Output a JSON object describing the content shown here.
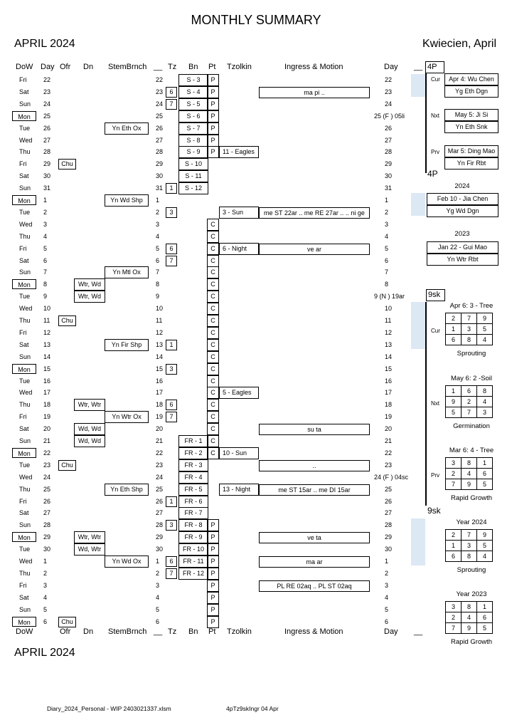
{
  "header": {
    "title": "MONTHLY   SUMMARY",
    "month": "APRIL   2024",
    "month_native": "Kwiecien, April",
    "month_footer": "APRIL   2024"
  },
  "columns_top": {
    "dow": "DoW",
    "day": "Day",
    "ofr": "Ofr",
    "dn": "Dn",
    "stem": "StemBrnch",
    "blank": "__",
    "tz": "Tz",
    "bn": "Bn",
    "pt": "Pt",
    "tzolkin": "Tzolkin",
    "ingress": "Ingress & Motion",
    "day2": "Day",
    "blank2": "__",
    "fourp": "4P"
  },
  "columns_bottom": {
    "dow": "DoW",
    "ofr": "Ofr",
    "dn": "Dn",
    "stem": "StemBrnch",
    "blank": "__",
    "tz": "Tz",
    "bn": "Bn",
    "pt": "Pt",
    "tzolkin": "Tzolkin",
    "ingress": "Ingress & Motion",
    "day2": "Day",
    "blank2": "__"
  },
  "rows": [
    {
      "dow": "Fri",
      "day": "22",
      "ofr": "",
      "dn": "",
      "stem": "",
      "n": "22",
      "tz": "",
      "bn": "S - 3",
      "pt": "P",
      "tzolkin": "",
      "ingress": "",
      "day2": "22"
    },
    {
      "dow": "Sat",
      "day": "23",
      "ofr": "",
      "dn": "",
      "stem": "",
      "n": "23",
      "tz": "6",
      "bn": "S - 4",
      "pt": "P",
      "tzolkin": "",
      "ingress": "ma pi ..",
      "day2": "23"
    },
    {
      "dow": "Sun",
      "day": "24",
      "ofr": "",
      "dn": "",
      "stem": "",
      "n": "24",
      "tz": "7",
      "bn": "S - 5",
      "pt": "P",
      "tzolkin": "",
      "ingress": "",
      "day2": "24"
    },
    {
      "dow": "Mon",
      "day": "25",
      "ofr": "",
      "dn": "",
      "stem": "",
      "n": "25",
      "tz": "",
      "bn": "S - 6",
      "pt": "P",
      "tzolkin": "",
      "ingress": "",
      "day2": "25 (F ) 05li",
      "mon": true
    },
    {
      "dow": "Tue",
      "day": "26",
      "ofr": "",
      "dn": "",
      "stem": "Yn Eth Ox",
      "n": "26",
      "tz": "",
      "bn": "S - 7",
      "pt": "P",
      "tzolkin": "",
      "ingress": "",
      "day2": "26"
    },
    {
      "dow": "Wed",
      "day": "27",
      "ofr": "",
      "dn": "",
      "stem": "",
      "n": "27",
      "tz": "",
      "bn": "S - 8",
      "pt": "P",
      "tzolkin": "",
      "ingress": "",
      "day2": "27"
    },
    {
      "dow": "Thu",
      "day": "28",
      "ofr": "",
      "dn": "",
      "stem": "",
      "n": "28",
      "tz": "",
      "bn": "S - 9",
      "pt": "P",
      "tzolkin": "11 - Eagles",
      "ingress": "",
      "day2": "28"
    },
    {
      "dow": "Fri",
      "day": "29",
      "ofr": "Chu",
      "dn": "",
      "stem": "",
      "n": "29",
      "tz": "",
      "bn": "S - 10",
      "pt": "",
      "tzolkin": "",
      "ingress": "",
      "day2": "29"
    },
    {
      "dow": "Sat",
      "day": "30",
      "ofr": "",
      "dn": "",
      "stem": "",
      "n": "30",
      "tz": "",
      "bn": "S - 11",
      "pt": "",
      "tzolkin": "",
      "ingress": "",
      "day2": "30"
    },
    {
      "dow": "Sun",
      "day": "31",
      "ofr": "",
      "dn": "",
      "stem": "",
      "n": "31",
      "tz": "1",
      "bn": "S - 12",
      "pt": "",
      "tzolkin": "",
      "ingress": "",
      "day2": "31"
    },
    {
      "dow": "Mon",
      "day": "1",
      "ofr": "",
      "dn": "",
      "stem": "Yn Wd Shp",
      "n": "1",
      "tz": "",
      "bn": "",
      "pt": "",
      "tzolkin": "",
      "ingress": "",
      "day2": "1",
      "mon": true
    },
    {
      "dow": "Tue",
      "day": "2",
      "ofr": "",
      "dn": "",
      "stem": "",
      "n": "2",
      "tz": "3",
      "bn": "",
      "pt": "",
      "tzolkin": "3 - Sun",
      "ingress": "me ST 22ar .. me RE 27ar .. .. ni ge",
      "day2": "2"
    },
    {
      "dow": "Wed",
      "day": "3",
      "ofr": "",
      "dn": "",
      "stem": "",
      "n": "3",
      "tz": "",
      "bn": "",
      "pt": "C",
      "tzolkin": "",
      "ingress": "",
      "day2": "3"
    },
    {
      "dow": "Thu",
      "day": "4",
      "ofr": "",
      "dn": "",
      "stem": "",
      "n": "4",
      "tz": "",
      "bn": "",
      "pt": "C",
      "tzolkin": "",
      "ingress": "",
      "day2": "4"
    },
    {
      "dow": "Fri",
      "day": "5",
      "ofr": "",
      "dn": "",
      "stem": "",
      "n": "5",
      "tz": "6",
      "bn": "",
      "pt": "C",
      "tzolkin": "6 - Night",
      "ingress": "ve ar",
      "day2": "5"
    },
    {
      "dow": "Sat",
      "day": "6",
      "ofr": "",
      "dn": "",
      "stem": "",
      "n": "6",
      "tz": "7",
      "bn": "",
      "pt": "C",
      "tzolkin": "",
      "ingress": "",
      "day2": "6"
    },
    {
      "dow": "Sun",
      "day": "7",
      "ofr": "",
      "dn": "",
      "stem": "Yn Mtl Ox",
      "n": "7",
      "tz": "",
      "bn": "",
      "pt": "C",
      "tzolkin": "",
      "ingress": "",
      "day2": "7"
    },
    {
      "dow": "Mon",
      "day": "8",
      "ofr": "",
      "dn": "Wtr, Wd",
      "stem": "",
      "n": "8",
      "tz": "",
      "bn": "",
      "pt": "C",
      "tzolkin": "",
      "ingress": "",
      "day2": "8",
      "mon": true
    },
    {
      "dow": "Tue",
      "day": "9",
      "ofr": "",
      "dn": "Wtr, Wd",
      "stem": "",
      "n": "9",
      "tz": "",
      "bn": "",
      "pt": "C",
      "tzolkin": "",
      "ingress": "",
      "day2": "9 (N ) 19ar"
    },
    {
      "dow": "Wed",
      "day": "10",
      "ofr": "",
      "dn": "",
      "stem": "",
      "n": "10",
      "tz": "",
      "bn": "",
      "pt": "C",
      "tzolkin": "",
      "ingress": "",
      "day2": "10"
    },
    {
      "dow": "Thu",
      "day": "11",
      "ofr": "Chu",
      "dn": "",
      "stem": "",
      "n": "11",
      "tz": "",
      "bn": "",
      "pt": "C",
      "tzolkin": "",
      "ingress": "",
      "day2": "11"
    },
    {
      "dow": "Fri",
      "day": "12",
      "ofr": "",
      "dn": "",
      "stem": "",
      "n": "12",
      "tz": "",
      "bn": "",
      "pt": "C",
      "tzolkin": "",
      "ingress": "",
      "day2": "12"
    },
    {
      "dow": "Sat",
      "day": "13",
      "ofr": "",
      "dn": "",
      "stem": "Yn Fir Shp",
      "n": "13",
      "tz": "1",
      "bn": "",
      "pt": "C",
      "tzolkin": "",
      "ingress": "",
      "day2": "13"
    },
    {
      "dow": "Sun",
      "day": "14",
      "ofr": "",
      "dn": "",
      "stem": "",
      "n": "14",
      "tz": "",
      "bn": "",
      "pt": "C",
      "tzolkin": "",
      "ingress": "",
      "day2": "14"
    },
    {
      "dow": "Mon",
      "day": "15",
      "ofr": "",
      "dn": "",
      "stem": "",
      "n": "15",
      "tz": "3",
      "bn": "",
      "pt": "C",
      "tzolkin": "",
      "ingress": "",
      "day2": "15",
      "mon": true
    },
    {
      "dow": "Tue",
      "day": "16",
      "ofr": "",
      "dn": "",
      "stem": "",
      "n": "16",
      "tz": "",
      "bn": "",
      "pt": "C",
      "tzolkin": "",
      "ingress": "",
      "day2": "16"
    },
    {
      "dow": "Wed",
      "day": "17",
      "ofr": "",
      "dn": "",
      "stem": "",
      "n": "17",
      "tz": "",
      "bn": "",
      "pt": "C",
      "tzolkin": "5 - Eagles",
      "ingress": "",
      "day2": "17"
    },
    {
      "dow": "Thu",
      "day": "18",
      "ofr": "",
      "dn": "Wtr, Wtr",
      "stem": "",
      "n": "18",
      "tz": "6",
      "bn": "",
      "pt": "C",
      "tzolkin": "",
      "ingress": "",
      "day2": "18"
    },
    {
      "dow": "Fri",
      "day": "19",
      "ofr": "",
      "dn": "",
      "stem": "Yn Wtr Ox",
      "n": "19",
      "tz": "7",
      "bn": "",
      "pt": "C",
      "tzolkin": "",
      "ingress": "",
      "day2": "19"
    },
    {
      "dow": "Sat",
      "day": "20",
      "ofr": "",
      "dn": "Wd, Wd",
      "stem": "",
      "n": "20",
      "tz": "",
      "bn": "",
      "pt": "C",
      "tzolkin": "",
      "ingress": "su ta",
      "day2": "20"
    },
    {
      "dow": "Sun",
      "day": "21",
      "ofr": "",
      "dn": "Wd, Wd",
      "stem": "",
      "n": "21",
      "tz": "",
      "bn": "FR - 1",
      "pt": "C",
      "tzolkin": "",
      "ingress": "",
      "day2": "21"
    },
    {
      "dow": "Mon",
      "day": "22",
      "ofr": "",
      "dn": "",
      "stem": "",
      "n": "22",
      "tz": "",
      "bn": "FR - 2",
      "pt": "C",
      "tzolkin": "10 - Sun",
      "ingress": "",
      "day2": "22",
      "mon": true
    },
    {
      "dow": "Tue",
      "day": "23",
      "ofr": "Chu",
      "dn": "",
      "stem": "",
      "n": "23",
      "tz": "",
      "bn": "FR - 3",
      "pt": "",
      "tzolkin": "",
      "ingress": "..",
      "day2": "23"
    },
    {
      "dow": "Wed",
      "day": "24",
      "ofr": "",
      "dn": "",
      "stem": "",
      "n": "24",
      "tz": "",
      "bn": "FR - 4",
      "pt": "",
      "tzolkin": "",
      "ingress": "",
      "day2": "24 (F ) 04sc"
    },
    {
      "dow": "Thu",
      "day": "25",
      "ofr": "",
      "dn": "",
      "stem": "Yn Eth Shp",
      "n": "25",
      "tz": "",
      "bn": "FR - 5",
      "pt": "",
      "tzolkin": "13 - Night",
      "ingress": "me ST 15ar .. me DI 15ar",
      "day2": "25"
    },
    {
      "dow": "Fri",
      "day": "26",
      "ofr": "",
      "dn": "",
      "stem": "",
      "n": "26",
      "tz": "1",
      "bn": "FR - 6",
      "pt": "",
      "tzolkin": "",
      "ingress": "",
      "day2": "26"
    },
    {
      "dow": "Sat",
      "day": "27",
      "ofr": "",
      "dn": "",
      "stem": "",
      "n": "27",
      "tz": "",
      "bn": "FR - 7",
      "pt": "",
      "tzolkin": "",
      "ingress": "",
      "day2": "27"
    },
    {
      "dow": "Sun",
      "day": "28",
      "ofr": "",
      "dn": "",
      "stem": "",
      "n": "28",
      "tz": "3",
      "bn": "FR - 8",
      "pt": "P",
      "tzolkin": "",
      "ingress": "",
      "day2": "28"
    },
    {
      "dow": "Mon",
      "day": "29",
      "ofr": "",
      "dn": "Wtr, Wtr",
      "stem": "",
      "n": "29",
      "tz": "",
      "bn": "FR - 9",
      "pt": "P",
      "tzolkin": "",
      "ingress": "ve ta",
      "day2": "29",
      "mon": true
    },
    {
      "dow": "Tue",
      "day": "30",
      "ofr": "",
      "dn": "Wd, Wtr",
      "stem": "",
      "n": "30",
      "tz": "",
      "bn": "FR - 10",
      "pt": "P",
      "tzolkin": "",
      "ingress": "",
      "day2": "30"
    },
    {
      "dow": "Wed",
      "day": "1",
      "ofr": "",
      "dn": "",
      "stem": "Yn Wd Ox",
      "n": "1",
      "tz": "6",
      "bn": "FR - 11",
      "pt": "P",
      "tzolkin": "",
      "ingress": "ma ar",
      "day2": "1"
    },
    {
      "dow": "Thu",
      "day": "2",
      "ofr": "",
      "dn": "",
      "stem": "",
      "n": "2",
      "tz": "7",
      "bn": "FR - 12",
      "pt": "P",
      "tzolkin": "",
      "ingress": "",
      "day2": "2"
    },
    {
      "dow": "Fri",
      "day": "3",
      "ofr": "",
      "dn": "",
      "stem": "",
      "n": "3",
      "tz": "",
      "bn": "",
      "pt": "P",
      "tzolkin": "",
      "ingress": "PL RE 02aq .. PL ST 02aq",
      "day2": "3"
    },
    {
      "dow": "Sat",
      "day": "4",
      "ofr": "",
      "dn": "",
      "stem": "",
      "n": "4",
      "tz": "",
      "bn": "",
      "pt": "P",
      "tzolkin": "",
      "ingress": "",
      "day2": "4"
    },
    {
      "dow": "Sun",
      "day": "5",
      "ofr": "",
      "dn": "",
      "stem": "",
      "n": "5",
      "tz": "",
      "bn": "",
      "pt": "P",
      "tzolkin": "",
      "ingress": "",
      "day2": "5"
    },
    {
      "dow": "Mon",
      "day": "6",
      "ofr": "Chu",
      "dn": "",
      "stem": "",
      "n": "6",
      "tz": "",
      "bn": "",
      "pt": "P",
      "tzolkin": "",
      "ingress": "",
      "day2": "6",
      "mon": true
    }
  ],
  "side": {
    "cur_label": "Cur",
    "nxt_label": "Nxt",
    "prv_label": "Prv",
    "cur1": "Apr 4: Wu Chen",
    "cur2": "Yg Eth Dgn",
    "nxt1": "May 5: Ji Si",
    "nxt2": "Yn Eth Snk",
    "prv1": "Mar 5: Ding Mao",
    "prv2": "Yn Fir Rbt",
    "fourp2": "4P",
    "y2024": "2024",
    "y2024a": "Feb 10 - Jia Chen",
    "y2024b": "Yg Wd Dgn",
    "y2023": "2023",
    "y2023a": "Jan 22 - Gui Mao",
    "y2023b": "Yn Wtr Rbt",
    "ninesk": "9sk",
    "ninesk2": "9sk",
    "sq1_title": "Apr 6:  3 - Tree",
    "sq1": [
      [
        "2",
        "7",
        "9"
      ],
      [
        "1",
        "3",
        "5"
      ],
      [
        "6",
        "8",
        "4"
      ]
    ],
    "sq1_caption": "Sprouting",
    "sq1_label": "Cur",
    "sq2_title": "May 6:  2 -Soil",
    "sq2": [
      [
        "1",
        "6",
        "8"
      ],
      [
        "9",
        "2",
        "4"
      ],
      [
        "5",
        "7",
        "3"
      ]
    ],
    "sq2_caption": "Germination",
    "sq2_label": "Nxt",
    "sq3_title": "Mar 6:  4 - Tree",
    "sq3": [
      [
        "3",
        "8",
        "1"
      ],
      [
        "2",
        "4",
        "6"
      ],
      [
        "7",
        "9",
        "5"
      ]
    ],
    "sq3_caption": "Rapid Growth",
    "sq3_label": "Prv",
    "sq4_title": "Year  2024",
    "sq4": [
      [
        "2",
        "7",
        "9"
      ],
      [
        "1",
        "3",
        "5"
      ],
      [
        "6",
        "8",
        "4"
      ]
    ],
    "sq4_caption": "Sprouting",
    "sq5_title": "Year  2023",
    "sq5": [
      [
        "3",
        "8",
        "1"
      ],
      [
        "2",
        "4",
        "6"
      ],
      [
        "7",
        "9",
        "5"
      ]
    ],
    "sq5_caption": "Rapid Growth"
  },
  "footer": {
    "file": "Diary_2024_Personal - WIP 2403021337.xlsm",
    "code": "4pTz9skIngr 04 Apr"
  }
}
